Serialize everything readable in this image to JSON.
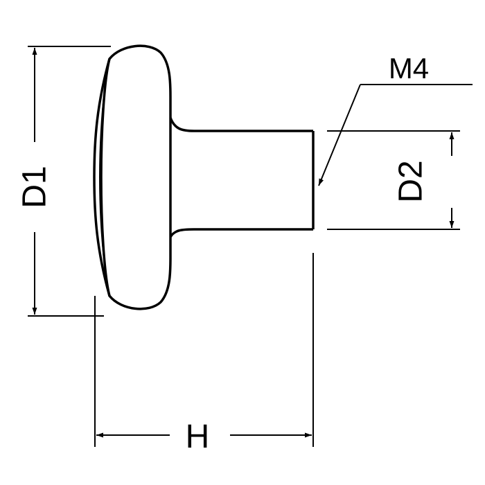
{
  "labels": {
    "d1": "D1",
    "d2": "D2",
    "h": "H",
    "thread": "M4"
  },
  "colors": {
    "line": "#000000",
    "background": "#ffffff"
  }
}
